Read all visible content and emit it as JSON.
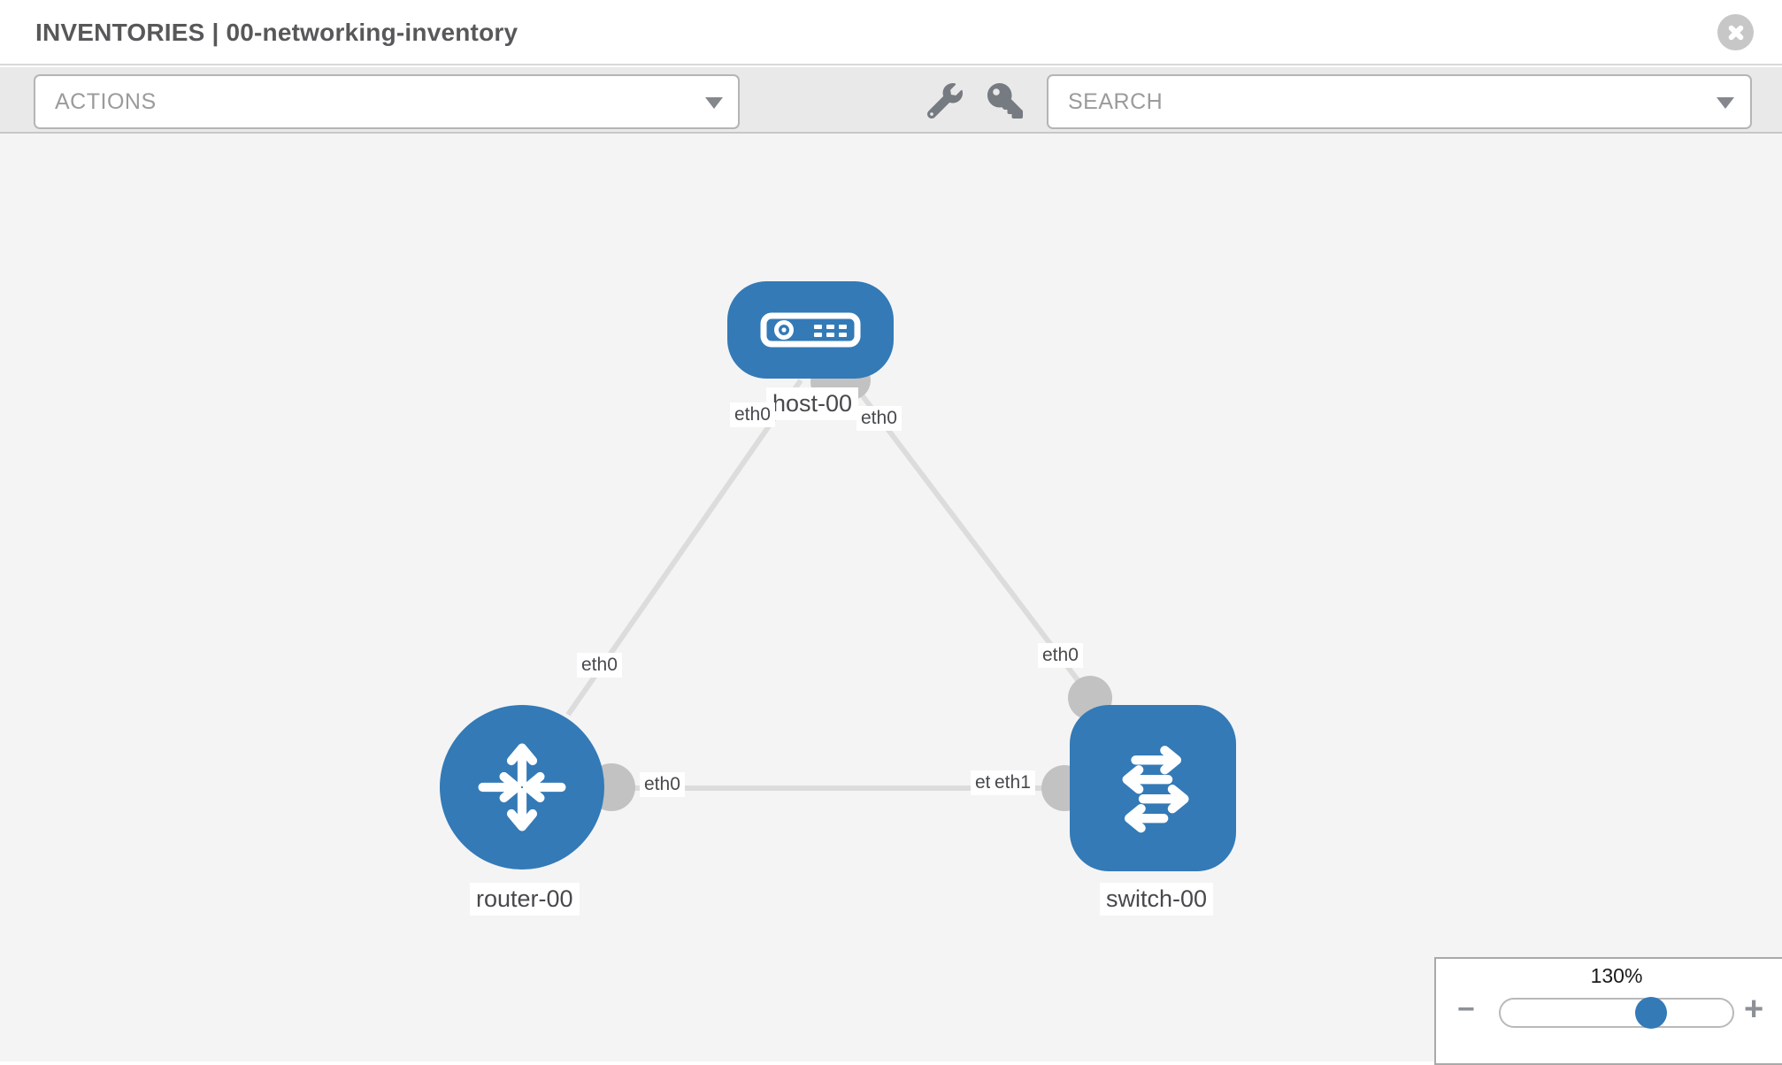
{
  "header": {
    "title": "INVENTORIES | 00-networking-inventory"
  },
  "toolbar": {
    "actions_label": "ACTIONS",
    "search_label": "SEARCH",
    "icons": [
      "wrench-icon",
      "key-icon"
    ]
  },
  "topology": {
    "nodes": [
      {
        "name": "host-00",
        "type": "host"
      },
      {
        "name": "router-00",
        "type": "router"
      },
      {
        "name": "switch-00",
        "type": "switch"
      }
    ],
    "links": [
      {
        "from": "host-00",
        "to": "router-00"
      },
      {
        "from": "host-00",
        "to": "switch-00"
      },
      {
        "from": "router-00",
        "to": "switch-00"
      }
    ],
    "interface_labels": {
      "host_side_to_router": "eth0",
      "router_side_to_host": "eth0",
      "host_side_to_switch": "eth0",
      "switch_side_to_host": "eth0",
      "router_side_to_switch": "eth0",
      "switch_side_to_router": "eth1",
      "switch_side_overlapped": "eth0"
    }
  },
  "zoom_control": {
    "level": "130%",
    "minus_label": "−",
    "plus_label": "+"
  },
  "colors": {
    "node_blue": "#337ab7",
    "link_gray": "#dcdcdc",
    "connector_gray": "#c2c2c2",
    "toolbar_gray": "#e9e9ea",
    "canvas_gray": "#f4f4f5",
    "icon_gray": "#767b81"
  }
}
